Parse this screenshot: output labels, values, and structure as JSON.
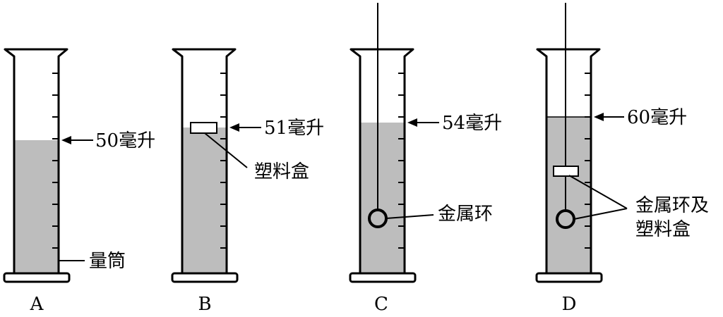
{
  "figure": {
    "panels": [
      {
        "letter": "A",
        "reading_label": "50毫升",
        "reading_ml": 50,
        "object_label": "量筒",
        "object_label_lines": [
          "量筒"
        ],
        "contents": []
      },
      {
        "letter": "B",
        "reading_label": "51毫升",
        "reading_ml": 51,
        "object_label": "塑料盒",
        "object_label_lines": [
          "塑料盒"
        ],
        "contents": [
          "box"
        ]
      },
      {
        "letter": "C",
        "reading_label": "54毫升",
        "reading_ml": 54,
        "object_label": "金属环",
        "object_label_lines": [
          "金属环"
        ],
        "contents": [
          "ring"
        ]
      },
      {
        "letter": "D",
        "reading_label": "60毫升",
        "reading_ml": 60,
        "object_label": "金属环及塑料盒",
        "object_label_lines": [
          "金属环及",
          "塑料盒"
        ],
        "contents": [
          "box",
          "ring"
        ]
      }
    ],
    "colors": {
      "liquid": "#bdbdbd",
      "stroke": "#000000",
      "background": "#ffffff"
    }
  }
}
